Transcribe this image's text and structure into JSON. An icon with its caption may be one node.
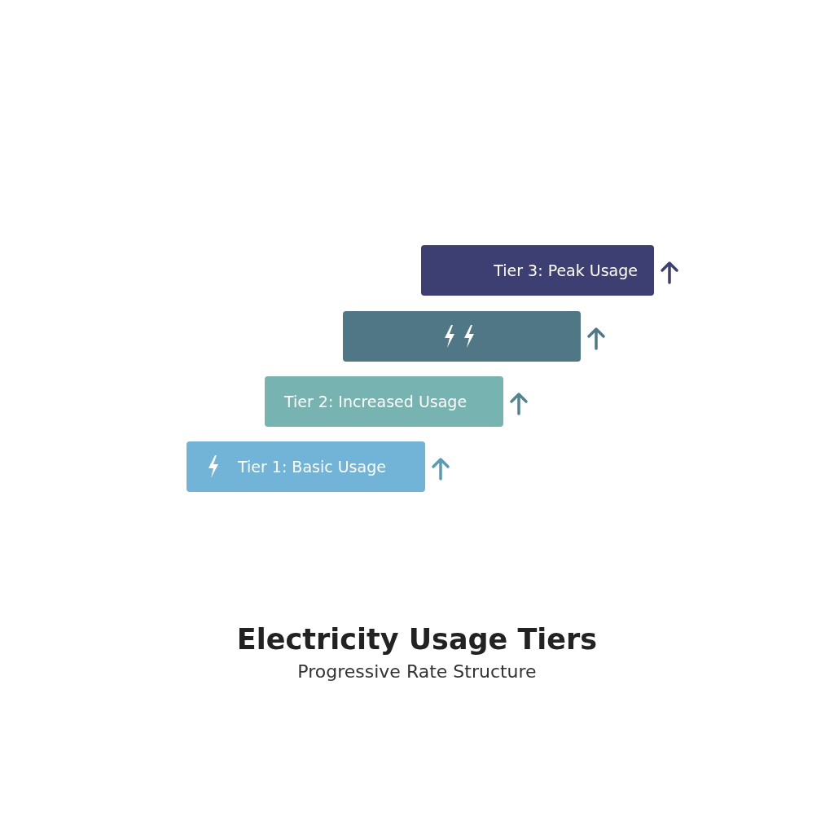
{
  "diagram": {
    "title": "Electricity Usage Tiers",
    "caption": "Progressive Rate Structure",
    "nodes": [
      {
        "text": [
          "Tier 3: Peak Usage"
        ]
      },
      {
        "text": [],
        "shape": "bar"
      },
      {
        "text": [
          "Tier 2: Increased Usage"
        ]
      },
      {
        "text": [
          "Tier 1: Basic Usage"
        ]
      }
    ]
  }
}
